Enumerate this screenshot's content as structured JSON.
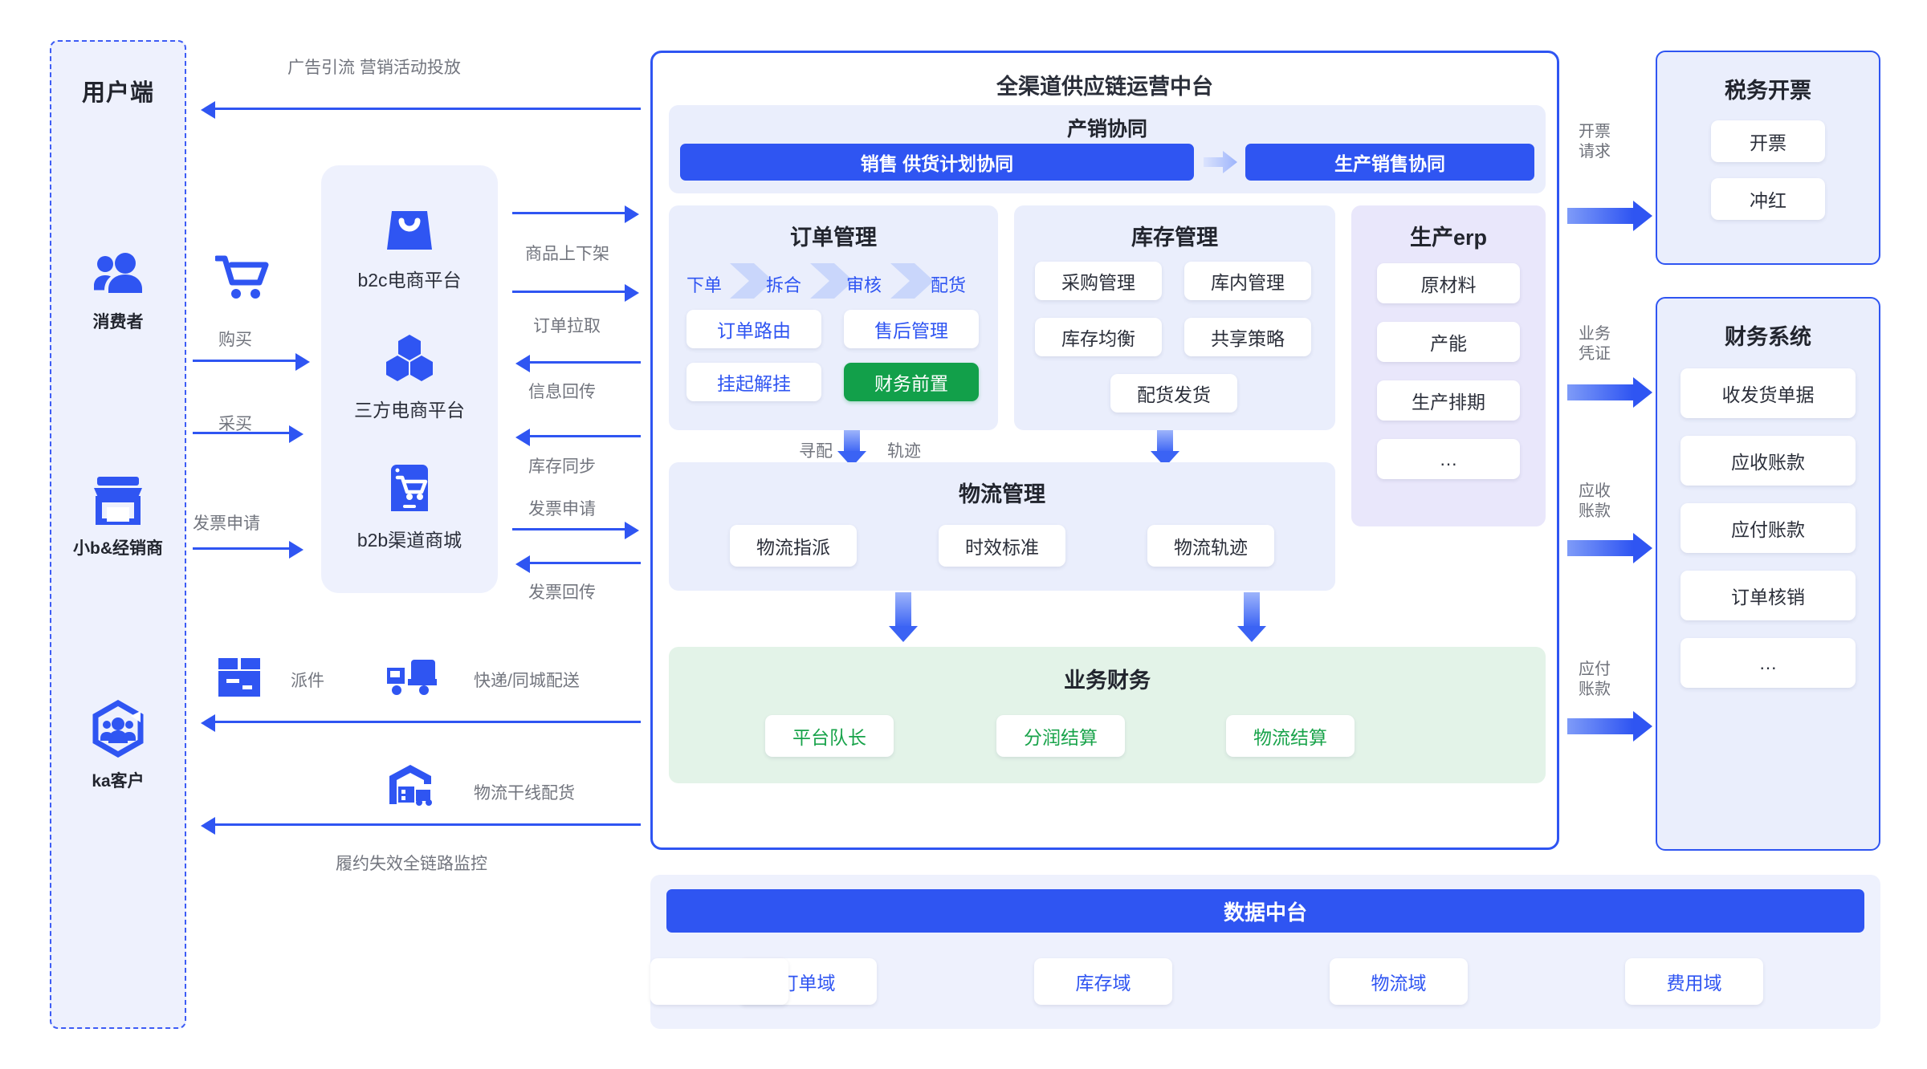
{
  "colors": {
    "brand_blue": "#2f55f2",
    "panel_bg": "#eaeefc",
    "erp_bg": "#e9e7fb",
    "finance_green_bg": "#e3f3e8",
    "green": "#12a04a",
    "muted_text": "#72757e"
  },
  "user_panel": {
    "title": "用户端",
    "items": [
      {
        "icon": "users-icon",
        "label": "消费者"
      },
      {
        "icon": "storefront-icon",
        "label": "小b&经销商"
      },
      {
        "icon": "ka-customer-icon",
        "label": "ka客户"
      }
    ]
  },
  "channel_card": {
    "items": [
      {
        "icon": "shopping-bag-icon",
        "label": "b2c电商平台"
      },
      {
        "icon": "hexagons-icon",
        "label": "三方电商平台"
      },
      {
        "icon": "mobile-cart-icon",
        "label": "b2b渠道商城"
      }
    ]
  },
  "left_flows": {
    "top_label": "广告引流  营销活动投放",
    "buy_label": "购买",
    "purchase_label": "采买",
    "invoice_request_label": "发票申请",
    "delivery_label": "派件",
    "express_label": "快递/同城配送",
    "trunk_label": "物流干线配货",
    "monitor_label": "履约失效全链路监控",
    "icons": {
      "cart": "shopping-cart-icon",
      "parcel": "parcel-box-icon",
      "truck": "delivery-truck-icon",
      "warehouse": "warehouse-truck-icon"
    }
  },
  "mid_flows": [
    {
      "label": "商品上下架",
      "dir": "right"
    },
    {
      "label": "订单拉取",
      "dir": "right"
    },
    {
      "label": "信息回传",
      "dir": "left"
    },
    {
      "label": "库存同步",
      "dir": "left"
    },
    {
      "label": "发票申请",
      "dir": "right"
    },
    {
      "label": "发票回传",
      "dir": "left"
    }
  ],
  "main_panel": {
    "title": "全渠道供应链运营中台",
    "coop": {
      "title": "产销协同",
      "left_button": "销售 供货计划协同",
      "right_button": "生产销售协同"
    },
    "order": {
      "title": "订单管理",
      "flow": [
        "下单",
        "拆合",
        "审核",
        "配货"
      ],
      "chips": [
        {
          "label": "订单路由",
          "style": "blue"
        },
        {
          "label": "售后管理",
          "style": "blue"
        },
        {
          "label": "挂起解挂",
          "style": "blue"
        },
        {
          "label": "财务前置",
          "style": "green-fill"
        }
      ]
    },
    "stock": {
      "title": "库存管理",
      "chips": [
        "采购管理",
        "库内管理",
        "库存均衡",
        "共享策略",
        "配货发货"
      ]
    },
    "erp": {
      "title": "生产erp",
      "chips": [
        "原材料",
        "产能",
        "生产排期",
        "…"
      ]
    },
    "logistics": {
      "title": "物流管理",
      "chips": [
        "物流指派",
        "时效标准",
        "物流轨迹"
      ],
      "inbound_labels": [
        "寻配",
        "轨迹"
      ]
    },
    "business_finance": {
      "title": "业务财务",
      "chips": [
        "平台队长",
        "分润结算",
        "物流结算"
      ]
    }
  },
  "right_panels": [
    {
      "title": "税务开票",
      "chips": [
        "开票",
        "冲红"
      ],
      "arrow_label": "开票\n请求"
    },
    {
      "title": "财务系统",
      "chips": [
        "收发货单据",
        "应收账款",
        "应付账款",
        "订单核销",
        "…"
      ],
      "arrow_labels": [
        "业务\n凭证",
        "应收\n账款",
        "应付\n账款"
      ]
    }
  ],
  "data_platform": {
    "title": "数据中台",
    "chips": [
      "订单域",
      "库存域",
      "物流域",
      "费用域"
    ]
  }
}
